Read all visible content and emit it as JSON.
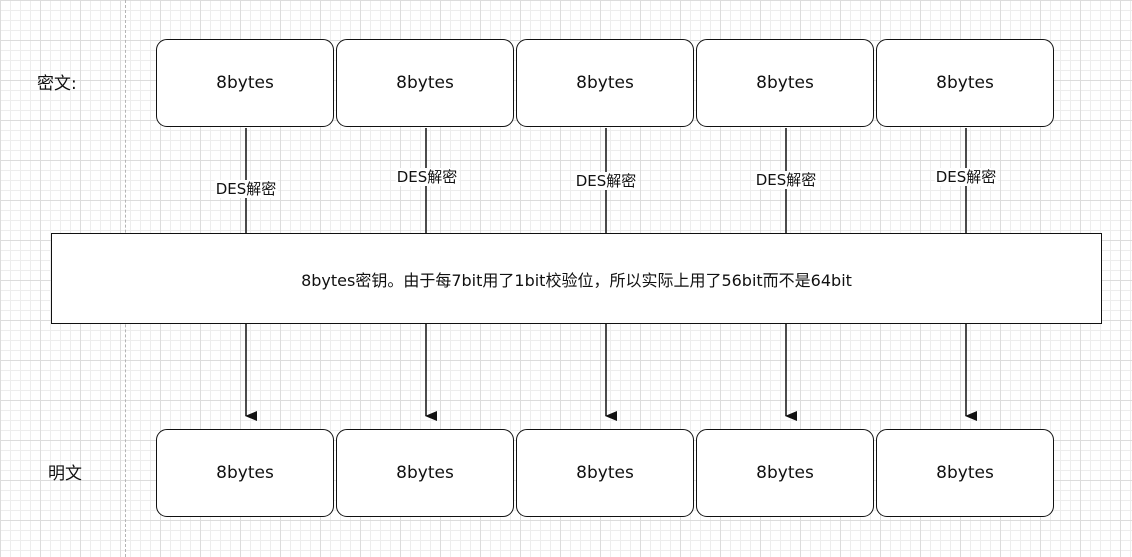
{
  "labels": {
    "ciphertext": "密文:",
    "plaintext": "明文"
  },
  "cipher_blocks": [
    "8bytes",
    "8bytes",
    "8bytes",
    "8bytes",
    "8bytes"
  ],
  "plain_blocks": [
    "8bytes",
    "8bytes",
    "8bytes",
    "8bytes",
    "8bytes"
  ],
  "edge_labels": [
    "DES解密",
    "DES解密",
    "DES解密",
    "DES解密",
    "DES解密"
  ],
  "key_note": "8bytes密钥。由于每7bit用了1bit校验位，所以实际上用了56bit而不是64bit"
}
